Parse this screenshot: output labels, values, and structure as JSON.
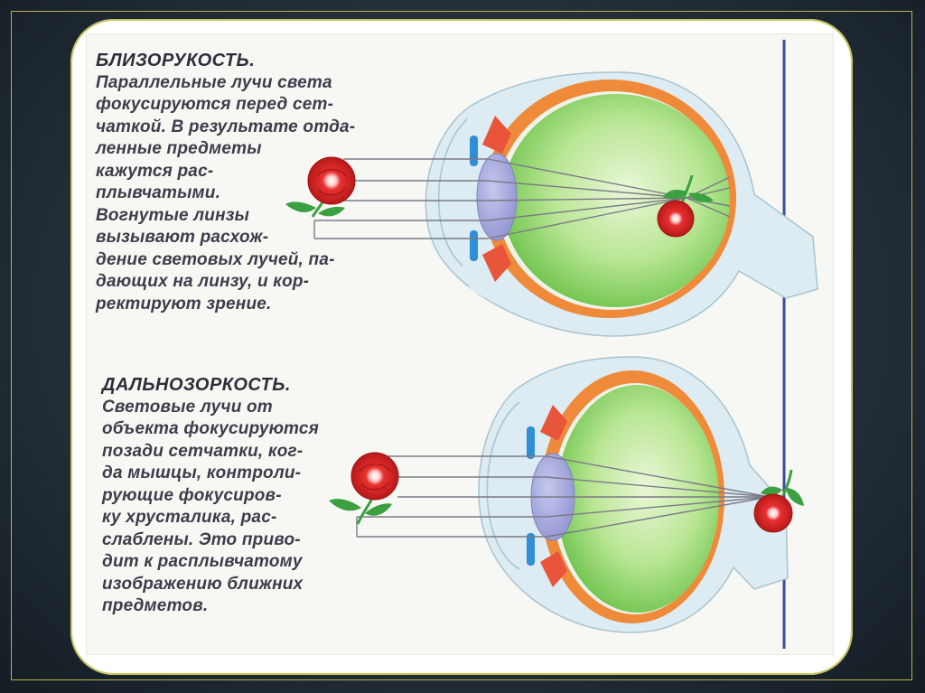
{
  "myopia": {
    "heading": "БЛИЗОРУКОСТЬ.",
    "lines": [
      "Параллельные лучи света",
      "фокусируются перед сет-",
      "чаткой. В результате отда-",
      "ленные предметы",
      "кажутся рас-",
      "плывчатыми.",
      "Вогнутые линзы",
      "вызывают расхож-",
      "дение световых лучей, па-",
      "дающих на линзу, и кор-",
      "ректируют зрение."
    ]
  },
  "hyperopia": {
    "heading": "ДАЛЬНОЗОРКОСТЬ.",
    "lines": [
      "Световые лучи от",
      "объекта фокусируются",
      "позади сетчатки, ког-",
      "да мышцы, контроли-",
      "рующие фокусиров-",
      "ку хрусталика, рас-",
      "слаблены. Это приво-",
      "дит к расплывчатому",
      "изображению ближних",
      "предметов."
    ]
  },
  "colors": {
    "eye_white": "#dcecf2",
    "retina_orange": "#ee8a3a",
    "vitreous_green": "#8fd46a",
    "lens_violet": "#9a9dd6",
    "iris_blue": "#2f8ed6",
    "muscle_red": "#e8553a",
    "rose_red": "#e02a2a",
    "leaf_green": "#3aa040",
    "ray_gray": "#7a7a86",
    "frame_gold": "#b9b24a"
  }
}
